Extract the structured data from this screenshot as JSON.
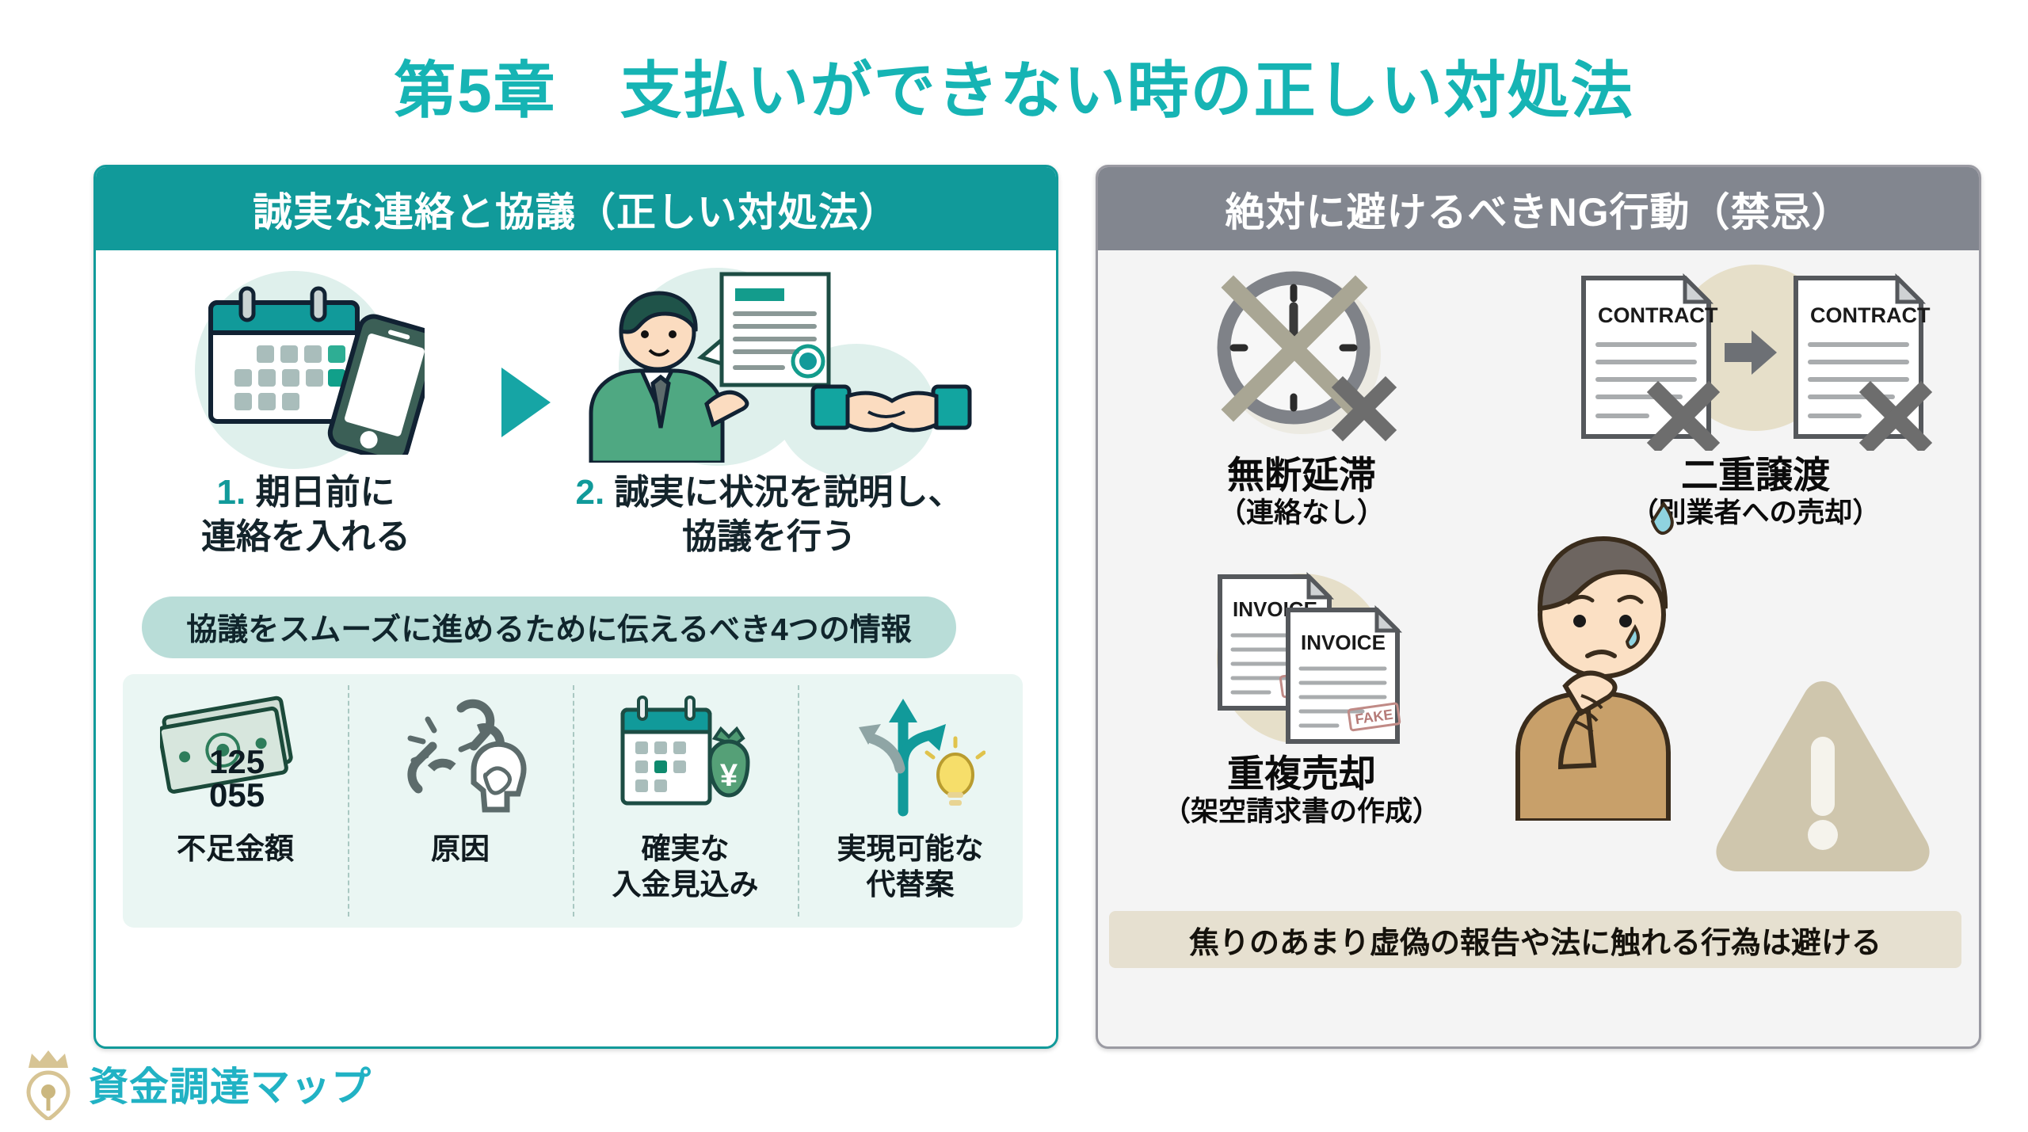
{
  "title": "第5章　支払いができない時の正しい対処法",
  "colors": {
    "title_teal": "#16b4b4",
    "panel_teal": "#119a9a",
    "panel_gray": "#82868f",
    "banner_mint": "#b9ddd8",
    "cell_bg": "#eaf6f3",
    "note_beige": "#e6e0d0",
    "logo_teal": "#21b2c4",
    "logo_gold": "#d7c494"
  },
  "left_panel": {
    "header": "誠実な連絡と協議（正しい対処法）",
    "steps": [
      {
        "num": "1.",
        "line1": "期日前に",
        "line2": "連絡を入れる",
        "icon": "calendar-smartphone-icon"
      },
      {
        "num": "2.",
        "line1": "誠実に状況を説明し、",
        "line2": "協議を行う",
        "icon": "businessman-handshake-document-icon"
      }
    ],
    "arrow_icon": "triangle-right-icon",
    "banner": "協議をスムーズに進めるために伝えるべき4つの情報",
    "items": [
      {
        "label": "不足金額",
        "icon": "banknote-icon",
        "amount_top": "125",
        "amount_bottom": "055"
      },
      {
        "label": "原因",
        "icon": "broken-chain-head-icon"
      },
      {
        "label": "確実な\n入金見込み",
        "icon": "calendar-moneybag-icon"
      },
      {
        "label": "実現可能な\n代替案",
        "icon": "arrows-lightbulb-icon"
      }
    ]
  },
  "right_panel": {
    "header": "絶対に避けるべきNG行動（禁忌）",
    "ng_items": [
      {
        "title": "無断延滞",
        "sub": "（連絡なし）",
        "icon": "clock-crossed-icon"
      },
      {
        "title": "二重譲渡",
        "sub": "（別業者への売却）",
        "icon": "double-contract-transfer-icon",
        "doc_label": "CONTRACT"
      },
      {
        "title": "重複売却",
        "sub": "（架空請求書の作成）",
        "icon": "fake-invoice-icon",
        "doc_label": "INVOICE",
        "stamp": "FAKE"
      }
    ],
    "person_icon": "worried-person-icon",
    "warning_icon": "warning-triangle-icon",
    "note": "焦りのあまり虚偽の報告や法に触れる行為は避ける"
  },
  "logo": {
    "text": "資金調達マップ",
    "icon": "crown-pin-icon"
  }
}
